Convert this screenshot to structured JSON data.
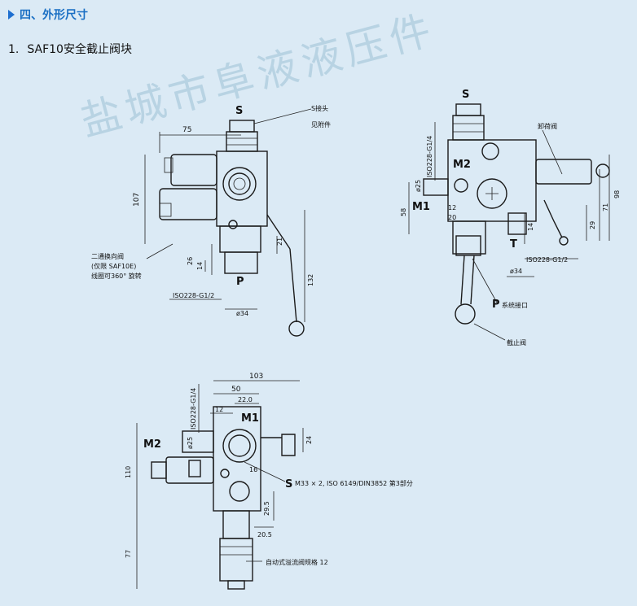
{
  "header": {
    "title": "四、外形尺寸"
  },
  "subtitle": {
    "number": "1.",
    "text": "SAF10安全截止阀块"
  },
  "watermark": "盐城市阜液液压件",
  "view1": {
    "label_s": "S",
    "callout_s_line1": "S接头",
    "callout_s_line2": "见附件",
    "dim_75": "75",
    "dim_107": "107",
    "dim_26": "26",
    "dim_14": "14",
    "dim_21": "21",
    "dim_132": "132",
    "dim_phi34": "ø34",
    "iso": "ISO228-G1/2",
    "label_p": "P",
    "note_line1": "二通换向阀",
    "note_line2": "(仅限 SAF10E)",
    "note_line3": "线圈可360° 旋转"
  },
  "view2": {
    "label_s": "S",
    "label_m2": "M2",
    "label_m1": "M1",
    "label_t": "T",
    "label_p": "P",
    "iso_top": "ISO228-G1/4",
    "iso_bottom": "ISO228-G1/2",
    "dim_phi25": "ø25",
    "dim_12": "12",
    "dim_20": "20",
    "dim_58": "58",
    "dim_14": "14",
    "dim_phi34": "ø34",
    "dim_98": "98",
    "dim_71": "71",
    "dim_29": "29",
    "callout_unload": "卸荷阀",
    "callout_p": "系统接口",
    "callout_stop": "截止阀"
  },
  "view3": {
    "dim_103": "103",
    "dim_50": "50",
    "dim_22": "22.0",
    "dim_12": "12",
    "label_m1": "M1",
    "label_m2": "M2",
    "iso": "ISO228-G1/4",
    "dim_phi25": "ø25",
    "dim_24": "24",
    "dim_110": "110",
    "dim_29_5": "29.5",
    "dim_20_5": "20.5",
    "dim_77": "77",
    "dim_16": "16",
    "label_s": "S",
    "s_note": "M33 × 2,  ISO 6149/DIN3852 第3部分",
    "valve_note": "自动式溢流阀规格 12"
  }
}
